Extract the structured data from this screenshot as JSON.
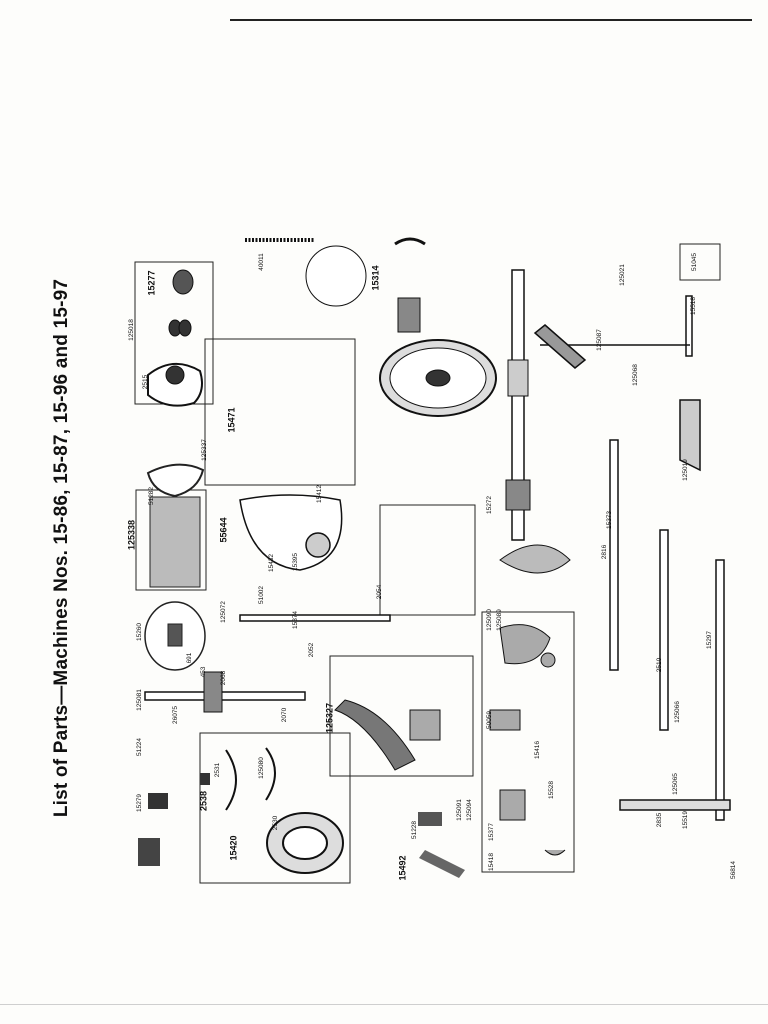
{
  "title": "List of Parts—Machines Nos. 15-86, 15-87, 15-96 and 15-97",
  "labels": {
    "l1": "15277",
    "l2": "125018",
    "l3": "2515",
    "l4": "51282",
    "l5": "125337",
    "l6": "125338",
    "l7": "15260",
    "l8": "691",
    "l9": "125081",
    "l10": "26075",
    "l11": "453",
    "l12": "2068",
    "l13": "2070",
    "l14": "2531",
    "l15": "125080",
    "l16": "2538",
    "l17": "15420",
    "l18": "2530",
    "l19": "15279",
    "l20": "51224",
    "l21": "15492",
    "l22": "125091",
    "l23": "125094",
    "l24": "51228",
    "l25": "55644",
    "l26": "15471",
    "l27": "15314",
    "l28": "51045",
    "l29": "125021",
    "l30": "2816",
    "l31": "2510",
    "l32": "125087",
    "l33": "125019",
    "l34": "125068",
    "l35": "15297",
    "l36": "15272",
    "l37": "125327",
    "l38": "15374",
    "l39": "2052",
    "l40": "2054",
    "l41": "125072",
    "l42": "51002",
    "l43": "15432",
    "l44": "15395",
    "l45": "15412",
    "l46": "125066",
    "l47": "2835",
    "l48": "15519",
    "l49": "15418",
    "l50": "15377",
    "l51": "50059",
    "l52": "15416",
    "l53": "15528",
    "l54": "125090",
    "l55": "125089",
    "l56": "15373",
    "l57": "15518",
    "l58": "125065",
    "l59": "40011",
    "l60": "56814"
  }
}
